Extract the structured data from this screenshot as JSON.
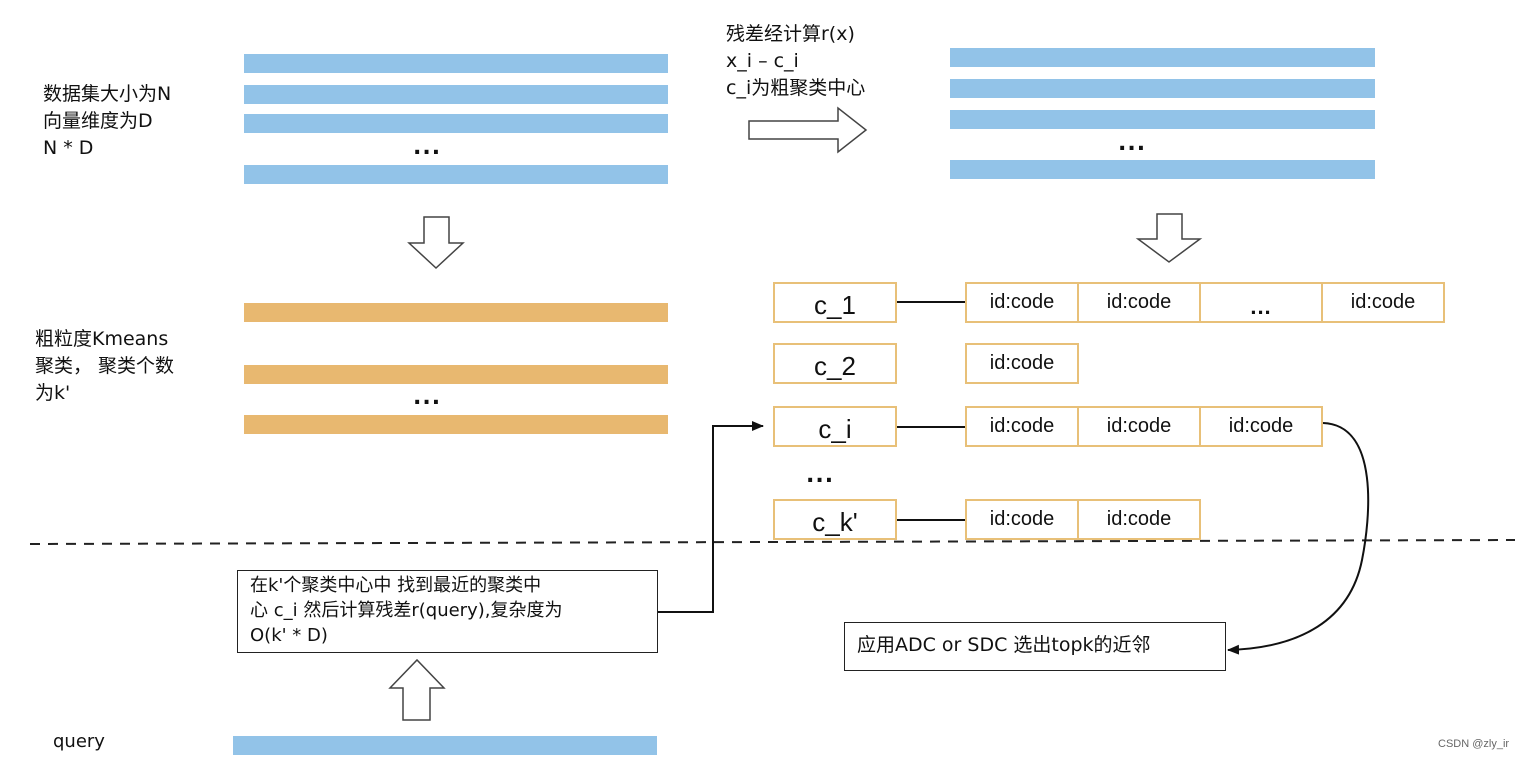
{
  "dataset_label": "数据集大小为N\n向量维度为D\nN * D",
  "residual_label": "残差经计算r(x)\nx_i – c_i\nc_i为粗聚类中心",
  "kmeans_label": "粗粒度Kmeans\n聚类， 聚类个数\n为k'",
  "ellipsis": "...",
  "centers": [
    "c_1",
    "c_2",
    "c_i",
    "c_k'"
  ],
  "code_cell": "id:code",
  "search_box": "在k'个聚类中心中 找到最近的聚类中\n心 c_i 然后计算残差r(query),复杂度为\nO(k' * D)",
  "result_box": "应用ADC or SDC 选出topk的近邻",
  "query_label": "query",
  "watermark": "CSDN @zly_ir",
  "colors": {
    "vector_bar": "#92c3e8",
    "centroid_bar": "#e8b870",
    "cell_border": "#e8c078"
  }
}
